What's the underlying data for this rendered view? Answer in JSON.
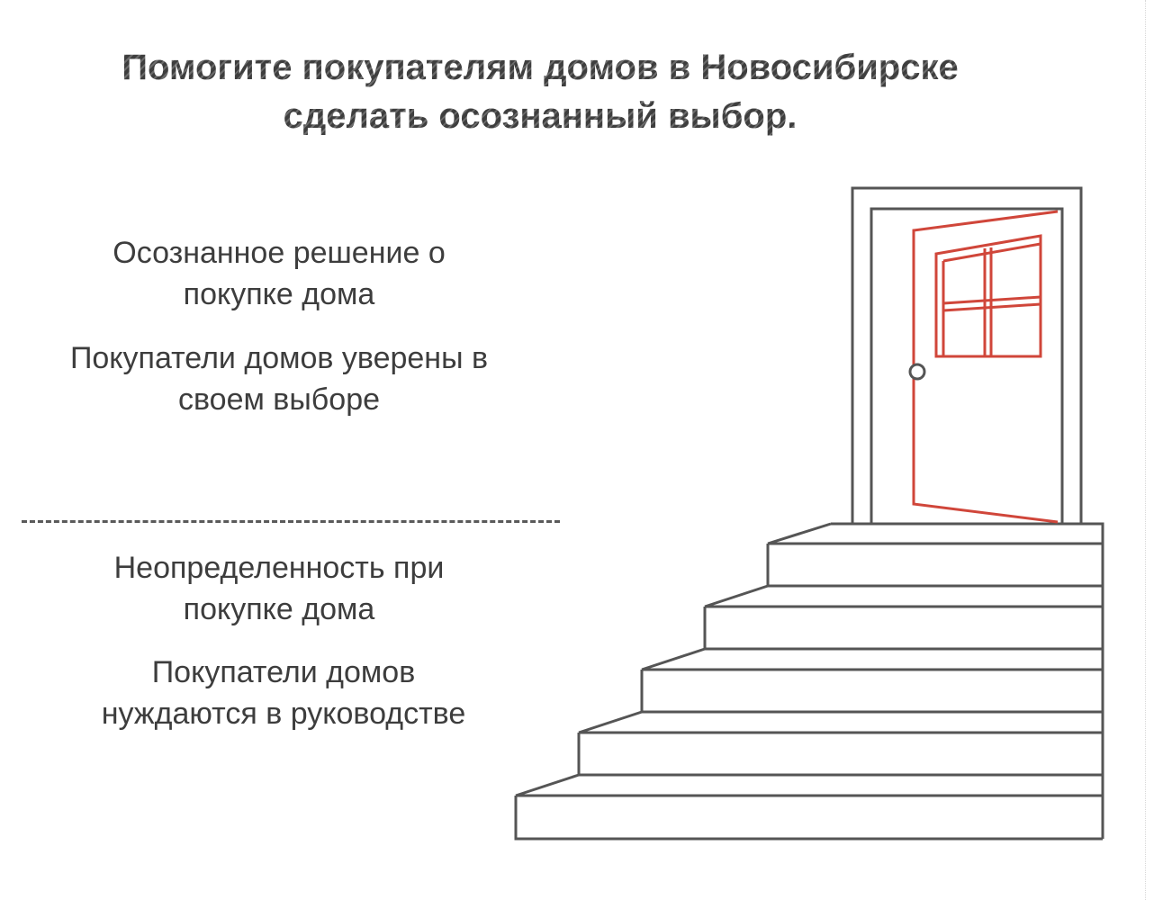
{
  "title": {
    "lines": [
      "Помогите покупателям домов в Новосибирске",
      "сделать осознанный выбор."
    ]
  },
  "upper_section": {
    "heading": {
      "lines": [
        "Осознанное решение о",
        "покупке дома"
      ]
    },
    "description": {
      "lines": [
        "Покупатели домов уверены в",
        "своем выборе"
      ]
    }
  },
  "lower_section": {
    "heading": {
      "lines": [
        "Неопределенность при",
        "покупке дома"
      ]
    },
    "description": {
      "lines": [
        "Покупатели домов",
        "нуждаются в руководстве"
      ]
    }
  },
  "illustration": {
    "subject": "staircase leading to open door",
    "step_count": 5,
    "colors": {
      "outline": "#555555",
      "door_accent": "#d0463a",
      "text": "#3d3d3d",
      "background": "#ffffff"
    }
  }
}
